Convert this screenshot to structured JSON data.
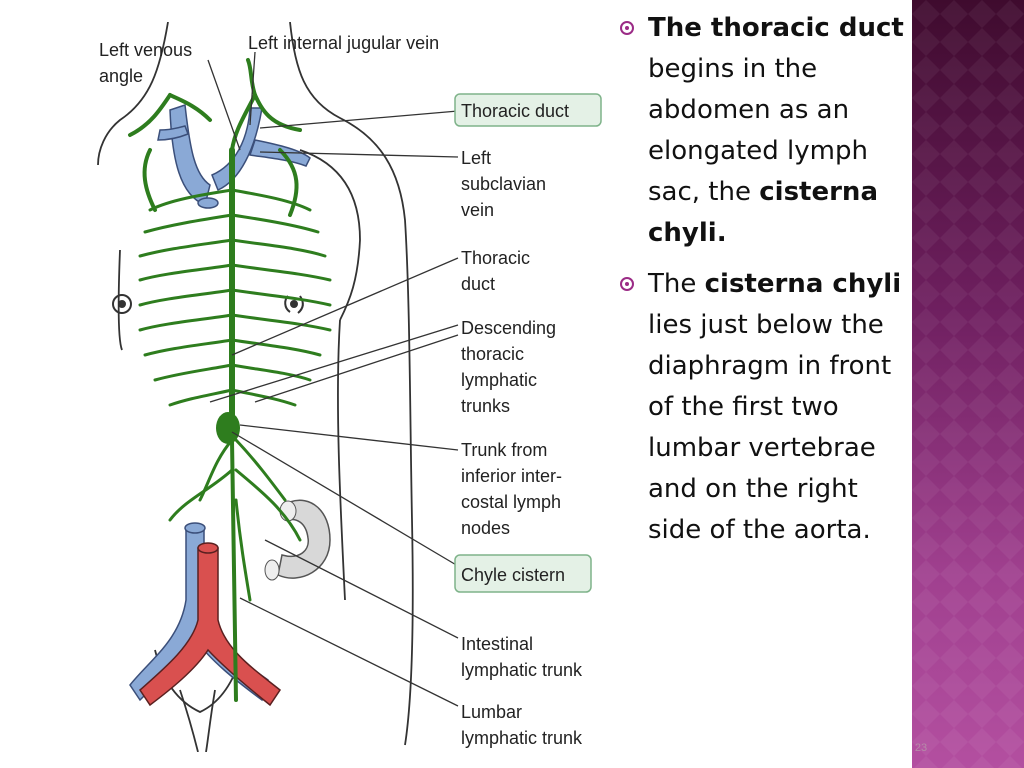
{
  "colors": {
    "accent": "#9b2b86",
    "lymph": "#2e7d1e",
    "vein": "#8aa9d6",
    "artery": "#d9504f",
    "label_box_fill": "#e4f1e6",
    "label_box_stroke": "#7fb38a"
  },
  "diagram": {
    "labels": {
      "left_venous_angle": [
        "Left venous",
        "angle"
      ],
      "left_internal_jugular_vein": "Left internal jugular vein",
      "thoracic_duct_top": "Thoracic duct",
      "left_subclavian_vein": [
        "Left",
        "subclavian",
        "vein"
      ],
      "thoracic_duct_mid": [
        "Thoracic",
        "duct"
      ],
      "descending_thoracic": [
        "Descending",
        "thoracic",
        "lymphatic",
        "trunks"
      ],
      "trunk_inferior": [
        "Trunk from",
        "inferior inter-",
        "costal lymph",
        "nodes"
      ],
      "chyle_cistern": "Chyle cistern",
      "intestinal_trunk": [
        "Intestinal",
        "lymphatic trunk"
      ],
      "lumbar_trunk": [
        "Lumbar",
        "lymphatic trunk"
      ]
    }
  },
  "bullets": [
    {
      "b1": "The thoracic duct",
      "t1": " begins in the abdomen as an elongated lymph sac, the ",
      "b2": "cisterna chyli.",
      "t2": ""
    },
    {
      "t0": "The ",
      "b1": "cisterna chyli",
      "t1": " lies just below the diaphragm in front of the first two lumbar vertebrae and on the right side of the aorta."
    }
  ],
  "slide_number": "23"
}
